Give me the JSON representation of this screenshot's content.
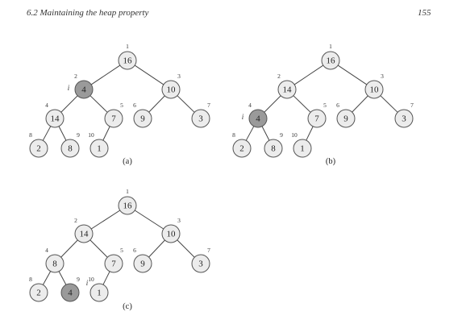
{
  "header": {
    "section": "6.2   Maintaining the heap property",
    "page_number": "155"
  },
  "colors": {
    "normal_node": "#ececec",
    "highlight_node": "#9a9a9a"
  },
  "pointer_label": "i",
  "panels": [
    {
      "caption": "(a)",
      "highlight_index": 2,
      "nodes": [
        {
          "index": "1",
          "key": "16"
        },
        {
          "index": "2",
          "key": "4"
        },
        {
          "index": "3",
          "key": "10"
        },
        {
          "index": "4",
          "key": "14"
        },
        {
          "index": "5",
          "key": "7"
        },
        {
          "index": "6",
          "key": "9"
        },
        {
          "index": "7",
          "key": "3"
        },
        {
          "index": "8",
          "key": "2"
        },
        {
          "index": "9",
          "key": "8"
        },
        {
          "index": "10",
          "key": "1"
        }
      ]
    },
    {
      "caption": "(b)",
      "highlight_index": 4,
      "nodes": [
        {
          "index": "1",
          "key": "16"
        },
        {
          "index": "2",
          "key": "14"
        },
        {
          "index": "3",
          "key": "10"
        },
        {
          "index": "4",
          "key": "4"
        },
        {
          "index": "5",
          "key": "7"
        },
        {
          "index": "6",
          "key": "9"
        },
        {
          "index": "7",
          "key": "3"
        },
        {
          "index": "8",
          "key": "2"
        },
        {
          "index": "9",
          "key": "8"
        },
        {
          "index": "10",
          "key": "1"
        }
      ]
    },
    {
      "caption": "(c)",
      "highlight_index": 9,
      "nodes": [
        {
          "index": "1",
          "key": "16"
        },
        {
          "index": "2",
          "key": "14"
        },
        {
          "index": "3",
          "key": "10"
        },
        {
          "index": "4",
          "key": "8"
        },
        {
          "index": "5",
          "key": "7"
        },
        {
          "index": "6",
          "key": "9"
        },
        {
          "index": "7",
          "key": "3"
        },
        {
          "index": "8",
          "key": "2"
        },
        {
          "index": "9",
          "key": "4"
        },
        {
          "index": "10",
          "key": "1"
        }
      ]
    }
  ]
}
